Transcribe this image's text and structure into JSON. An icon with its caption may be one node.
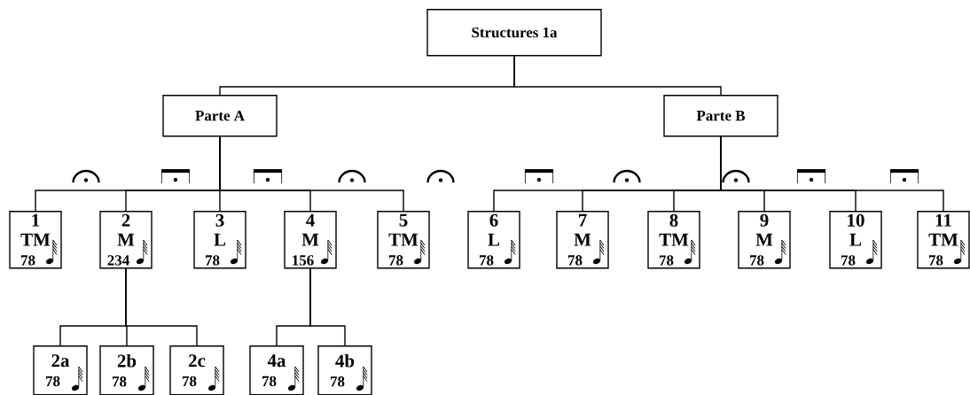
{
  "diagram": {
    "nodes": [
      {
        "text": [
          "Structures 1a"
        ]
      },
      {
        "text": [
          "Parte A"
        ]
      },
      {
        "text": [
          "Parte B"
        ]
      },
      {
        "text": [
          "1",
          "TM",
          "78"
        ]
      },
      {
        "text": [
          "2",
          "M",
          "234"
        ]
      },
      {
        "text": [
          "3",
          "L",
          "78"
        ]
      },
      {
        "text": [
          "4",
          "M",
          "156"
        ]
      },
      {
        "text": [
          "5",
          "TM",
          "78"
        ]
      },
      {
        "text": [
          "6",
          "L",
          "78"
        ]
      },
      {
        "text": [
          "7",
          "M",
          "78"
        ]
      },
      {
        "text": [
          "8",
          "TM",
          "78"
        ]
      },
      {
        "text": [
          "9",
          "M",
          "78"
        ]
      },
      {
        "text": [
          "10",
          "L",
          "78"
        ]
      },
      {
        "text": [
          "11",
          "TM",
          "78"
        ]
      },
      {
        "text": [
          "2a",
          "78"
        ]
      },
      {
        "text": [
          "2b",
          "78"
        ]
      },
      {
        "text": [
          "2c",
          "78"
        ]
      },
      {
        "text": [
          "4a",
          "78"
        ]
      },
      {
        "text": [
          "4b",
          "78"
        ]
      }
    ],
    "edges": [
      {
        "from": 0,
        "to": 1,
        "arrow": "none"
      },
      {
        "from": 0,
        "to": 2,
        "arrow": "none"
      },
      {
        "from": 1,
        "to": 3,
        "arrow": "none"
      },
      {
        "from": 1,
        "to": 4,
        "arrow": "none"
      },
      {
        "from": 1,
        "to": 5,
        "arrow": "none"
      },
      {
        "from": 1,
        "to": 6,
        "arrow": "none"
      },
      {
        "from": 1,
        "to": 7,
        "arrow": "none"
      },
      {
        "from": 2,
        "to": 8,
        "arrow": "none"
      },
      {
        "from": 2,
        "to": 9,
        "arrow": "none"
      },
      {
        "from": 2,
        "to": 10,
        "arrow": "none"
      },
      {
        "from": 2,
        "to": 11,
        "arrow": "none"
      },
      {
        "from": 2,
        "to": 12,
        "arrow": "none"
      },
      {
        "from": 2,
        "to": 13,
        "arrow": "none"
      },
      {
        "from": 4,
        "to": 14,
        "arrow": "none"
      },
      {
        "from": 4,
        "to": 15,
        "arrow": "none"
      },
      {
        "from": 4,
        "to": 16,
        "arrow": "none"
      },
      {
        "from": 6,
        "to": 17,
        "arrow": "none"
      },
      {
        "from": 6,
        "to": 18,
        "arrow": "none"
      }
    ]
  }
}
